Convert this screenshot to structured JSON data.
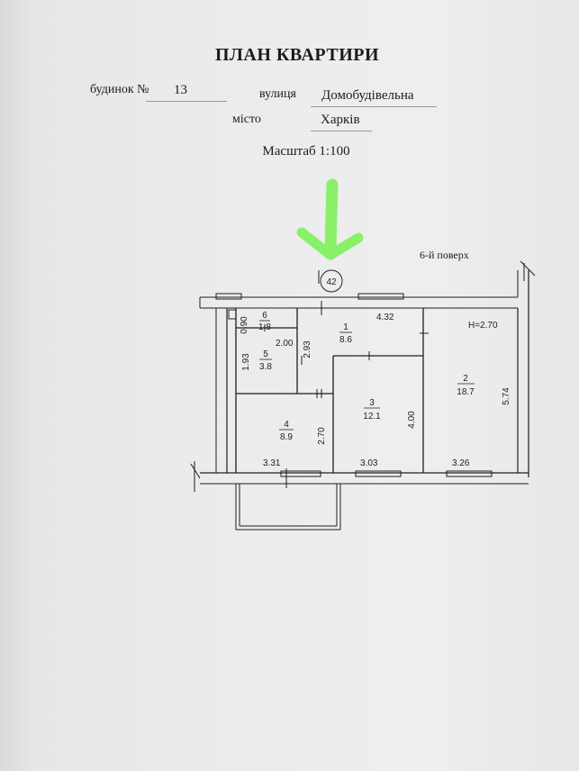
{
  "document": {
    "title": "ПЛАН КВАРТИРИ",
    "house_label": "будинок №",
    "house_number": "13",
    "street_label": "вулиця",
    "street_value": "Домобудівельна",
    "city_label": "місто",
    "city_value": "Харків",
    "scale": "Масштаб 1:100",
    "floor": "6-й поверх",
    "apartment_number": "42",
    "ceiling_height": "H=2.70"
  },
  "rooms": [
    {
      "number": "1",
      "area": "8.6"
    },
    {
      "number": "2",
      "area": "18.7"
    },
    {
      "number": "3",
      "area": "12.1"
    },
    {
      "number": "4",
      "area": "8.9"
    },
    {
      "number": "5",
      "area": "3.8"
    },
    {
      "number": "6",
      "area": "1.8"
    }
  ],
  "dimensions": {
    "d1": "0.90",
    "d2": "1.93",
    "d3": "2.00",
    "d4": "2.93",
    "d5": "4.32",
    "d6": "4.00",
    "d7": "2.70",
    "d8": "5.74",
    "d9": "3.31",
    "d10": "3.03",
    "d11": "3.26"
  },
  "annotation": {
    "arrow_color": "#8af06a"
  }
}
